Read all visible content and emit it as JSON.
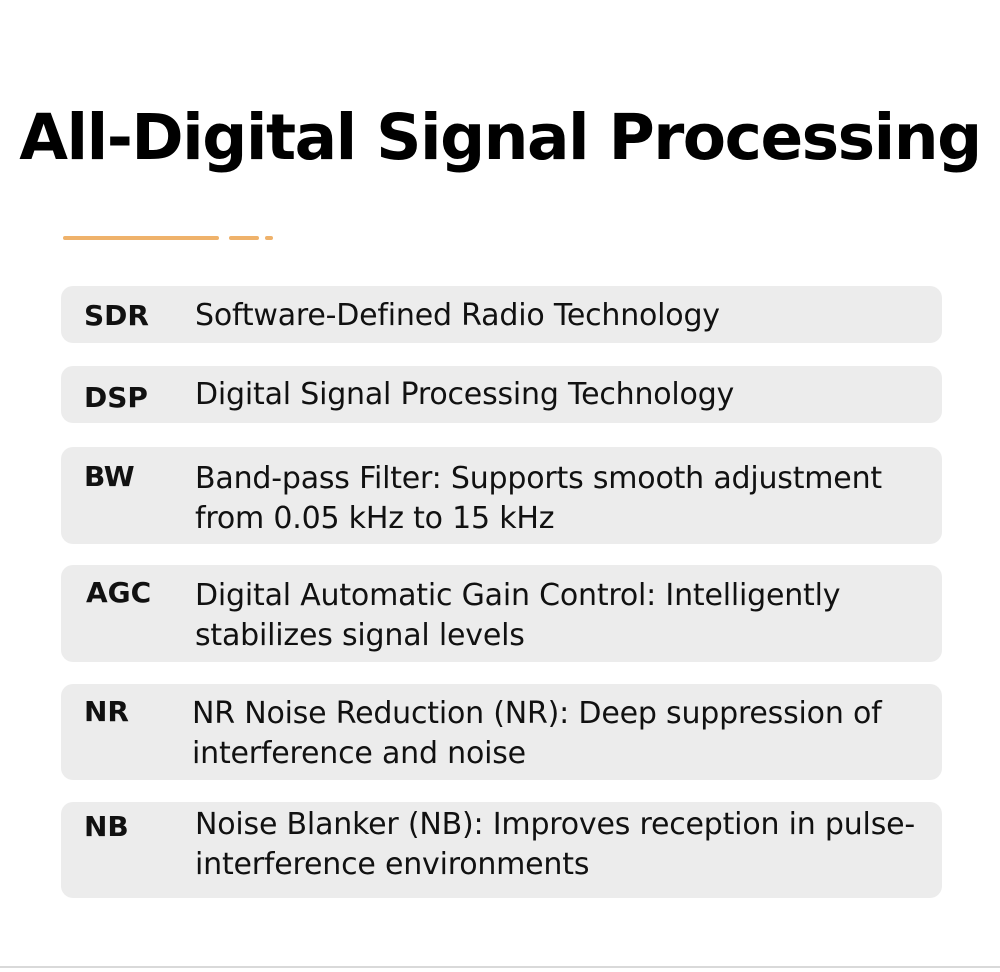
{
  "title": "All-Digital Signal Processing",
  "accent_color": "#efb26b",
  "row_background": "#ececec",
  "features": [
    {
      "abbr": "SDR",
      "desc": "Software-Defined Radio Technology"
    },
    {
      "abbr": "DSP",
      "desc": "Digital Signal Processing Technology"
    },
    {
      "abbr": "BW",
      "desc": "Band-pass Filter: Supports smooth adjustment from 0.05 kHz to 15 kHz"
    },
    {
      "abbr": "AGC",
      "desc": "Digital Automatic Gain Control: Intelligently stabilizes signal levels"
    },
    {
      "abbr": "NR",
      "desc": "NR Noise Reduction (NR): Deep suppression of interference and noise"
    },
    {
      "abbr": "NB",
      "desc": "Noise Blanker (NB): Improves reception in pulse-interference environments"
    }
  ]
}
